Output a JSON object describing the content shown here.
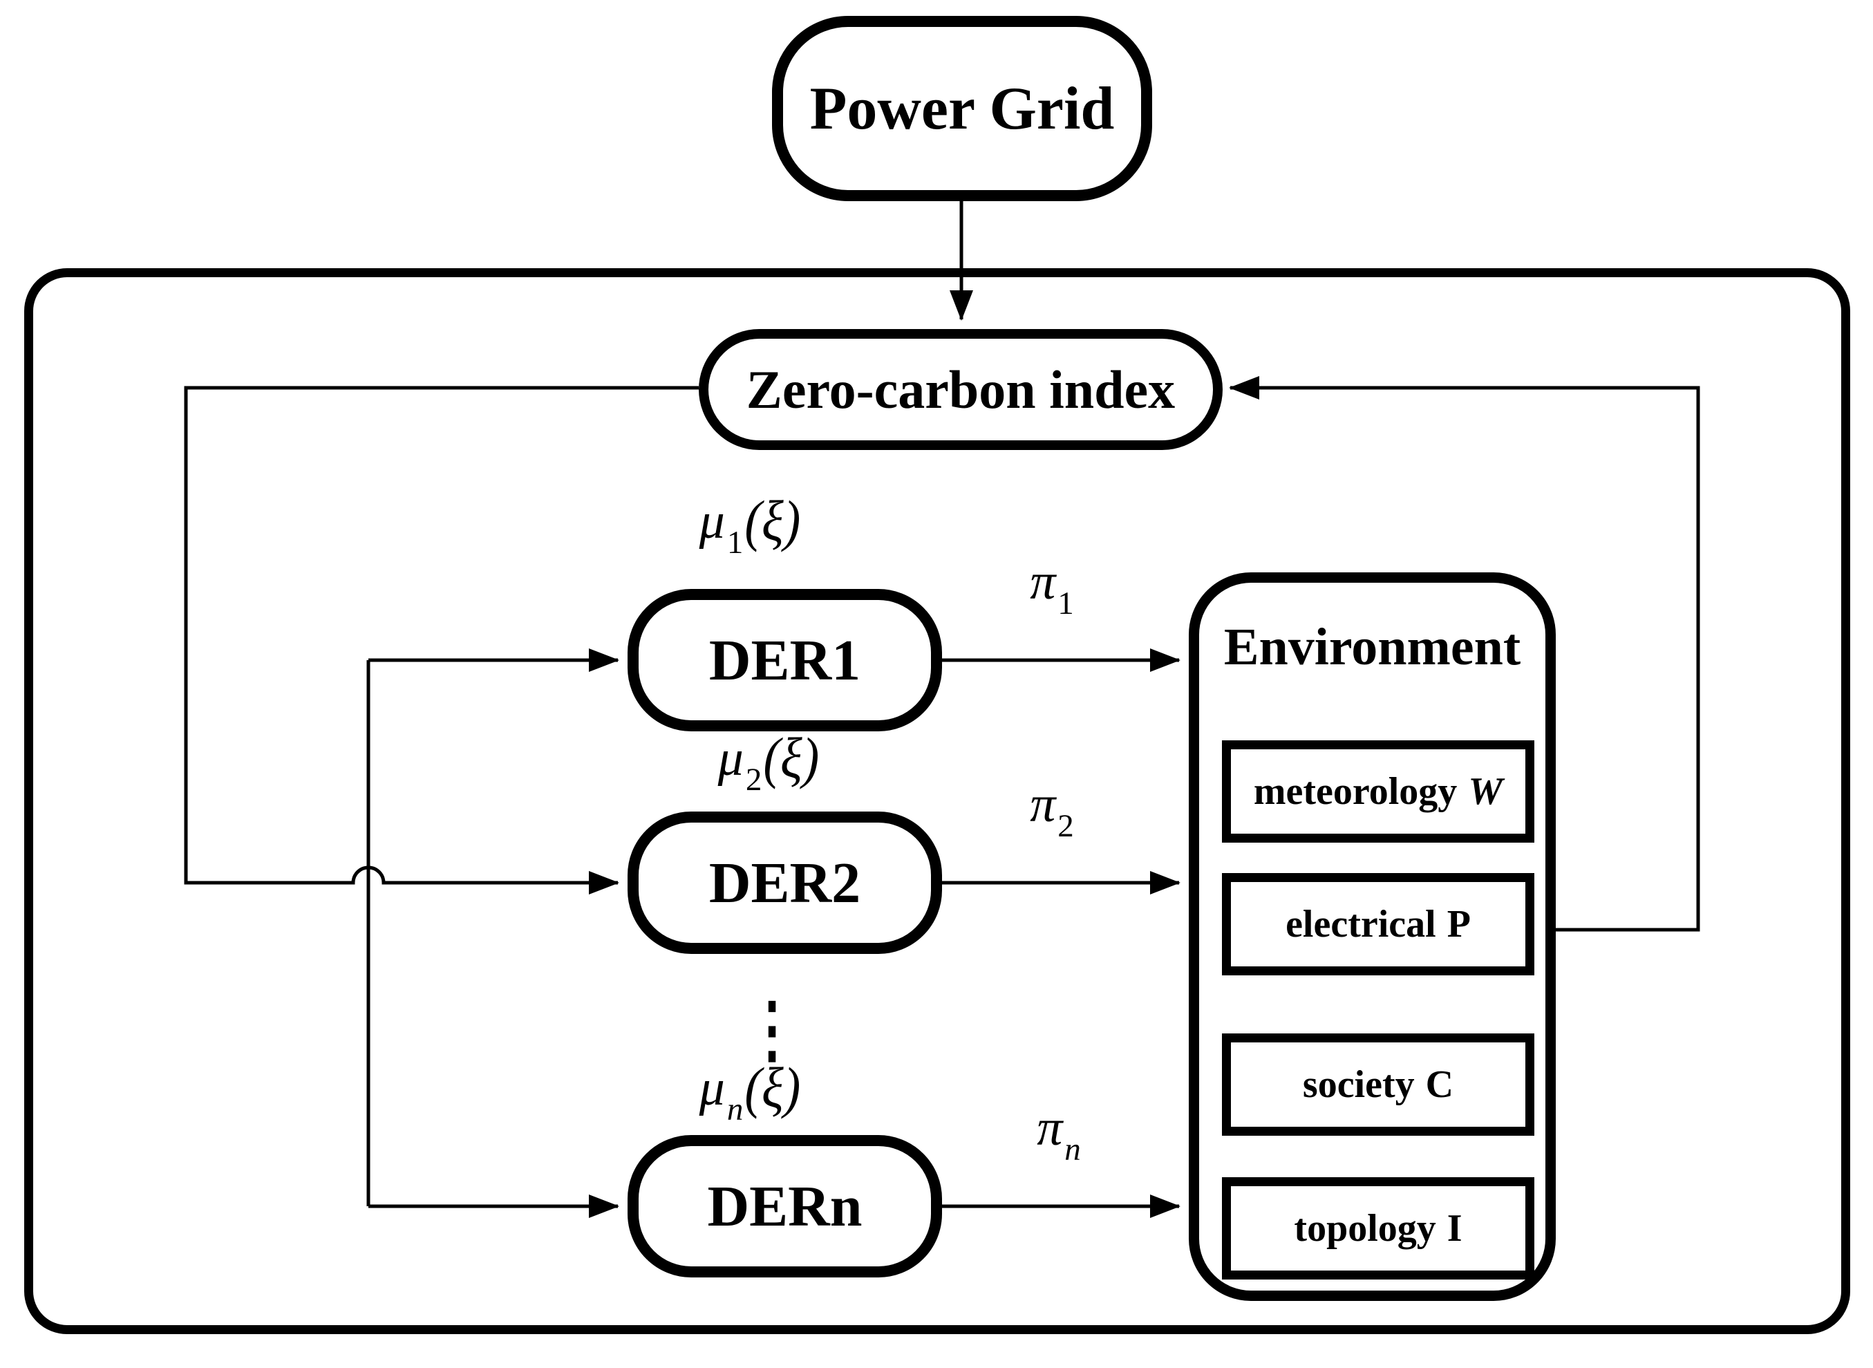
{
  "diagram": {
    "power_grid": {
      "label": "Power Grid"
    },
    "zero_carbon": {
      "label": "Zero-carbon index"
    },
    "ders": [
      {
        "label": "DER1",
        "mu": {
          "base": "μ",
          "sub": "1",
          "arg": "(ξ)"
        },
        "pi": {
          "base": "π",
          "sub": "1"
        }
      },
      {
        "label": "DER2",
        "mu": {
          "base": "μ",
          "sub": "2",
          "arg": "(ξ)"
        },
        "pi": {
          "base": "π",
          "sub": "2"
        }
      },
      {
        "label": "DERn",
        "mu": {
          "base": "μ",
          "sub": "n",
          "arg": "(ξ)"
        },
        "pi": {
          "base": "π",
          "sub": "n"
        }
      }
    ],
    "ellipsis": "⋮",
    "environment": {
      "title": "Environment",
      "items": [
        {
          "label": "meteorology",
          "symbol": "W"
        },
        {
          "label": "electrical",
          "symbol": "P"
        },
        {
          "label": "society",
          "symbol": "C"
        },
        {
          "label": "topology",
          "symbol": "I"
        }
      ]
    },
    "colors": {
      "line": "#000000",
      "background": "#ffffff",
      "text": "#000000"
    }
  }
}
